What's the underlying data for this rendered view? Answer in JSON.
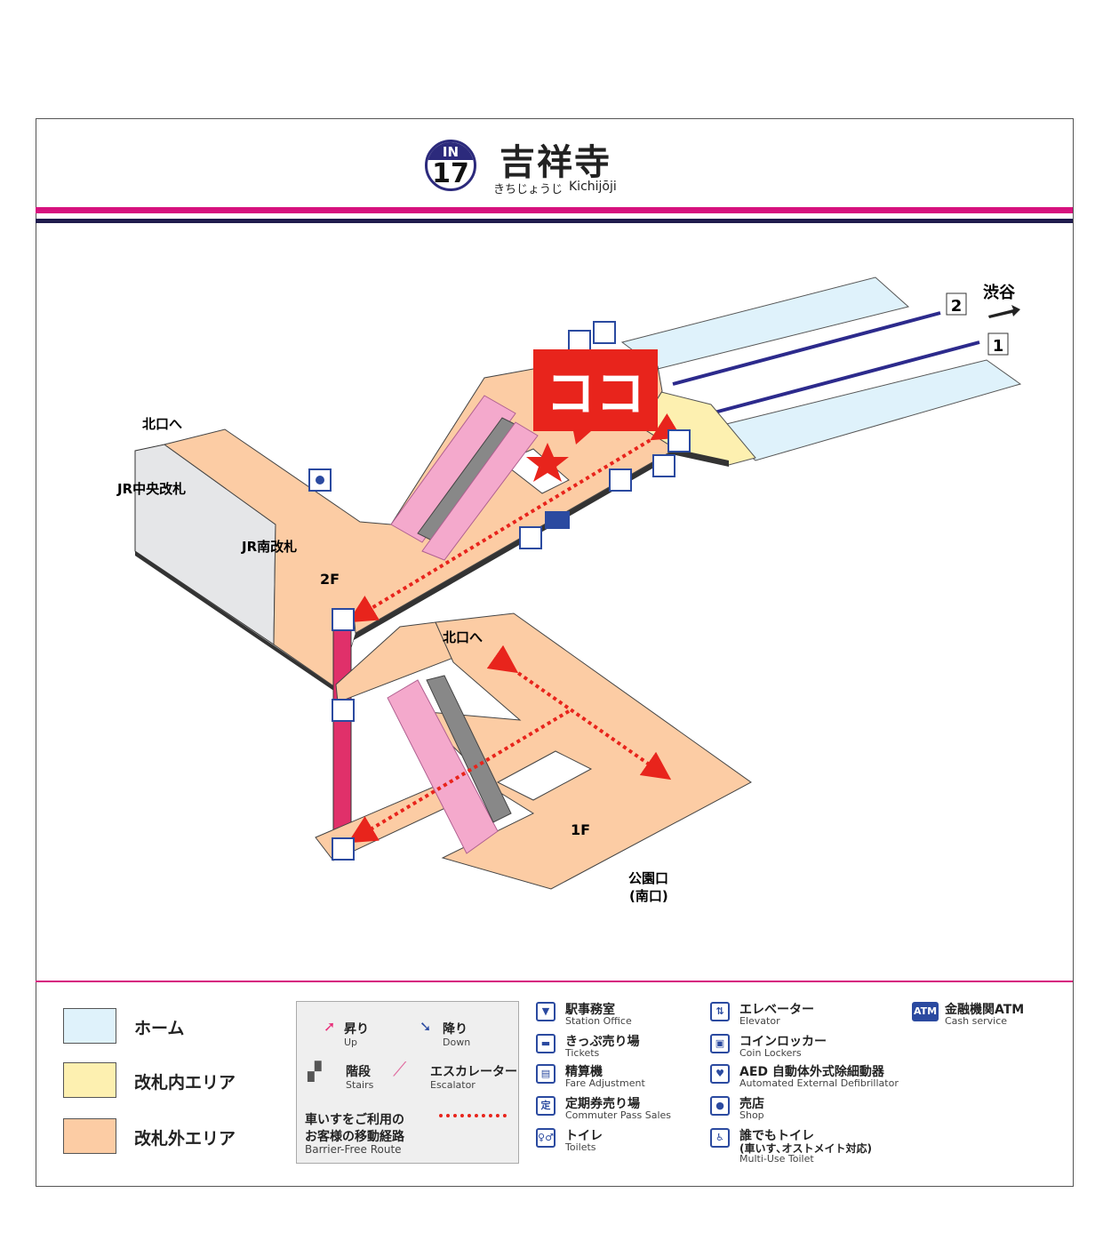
{
  "header": {
    "line_code": "IN",
    "station_number": "17",
    "station_name": "吉祥寺",
    "kana": "きちじょうじ",
    "romaji": "Kichijōji"
  },
  "map": {
    "here_label": "ココ",
    "to_shibuya": "渋谷",
    "track_2": "2",
    "track_1": "1",
    "to_north_exit_top": "北口へ",
    "to_north_exit_bottom": "北口へ",
    "jr_central_gate": "JR中央改札",
    "jr_south_gate": "JR南改札",
    "floor_2f": "2F",
    "floor_1f": "1F",
    "park_exit": "公園口",
    "south_exit": "(南口)"
  },
  "legend": {
    "areas": [
      {
        "label": "ホーム",
        "color": "#dff2fb"
      },
      {
        "label": "改札内エリア",
        "color": "#fdf0b0"
      },
      {
        "label": "改札外エリア",
        "color": "#fccca4"
      }
    ],
    "up_jp": "昇り",
    "up_en": "Up",
    "down_jp": "降り",
    "down_en": "Down",
    "stairs_jp": "階段",
    "stairs_en": "Stairs",
    "escalator_jp": "エスカレーター",
    "escalator_en": "Escalator",
    "route_jp1": "車いすをご利用の",
    "route_jp2": "お客様の移動経路",
    "route_en": "Barrier-Free Route",
    "facilities": [
      {
        "icon": "station-office-icon",
        "glyph": "▼",
        "jp": "駅事務室",
        "en": "Station Office"
      },
      {
        "icon": "ticket-icon",
        "glyph": "▬",
        "jp": "きっぷ売り場",
        "en": "Tickets"
      },
      {
        "icon": "fare-adjustment-icon",
        "glyph": "▤",
        "jp": "精算機",
        "en": "Fare Adjustment"
      },
      {
        "icon": "commuter-pass-icon",
        "glyph": "定",
        "jp": "定期券売り場",
        "en": "Commuter Pass Sales"
      },
      {
        "icon": "toilet-icon",
        "glyph": "♀♂",
        "jp": "トイレ",
        "en": "Toilets"
      },
      {
        "icon": "elevator-icon",
        "glyph": "⇅",
        "jp": "エレベーター",
        "en": "Elevator"
      },
      {
        "icon": "coin-locker-icon",
        "glyph": "▣",
        "jp": "コインロッカー",
        "en": "Coin Lockers"
      },
      {
        "icon": "aed-icon",
        "glyph": "♥",
        "jp": "AED 自動体外式除細動器",
        "en": "Automated External Defibrillator"
      },
      {
        "icon": "shop-icon",
        "glyph": "●",
        "jp": "売店",
        "en": "Shop"
      },
      {
        "icon": "multi-use-toilet-icon",
        "glyph": "♿",
        "jp": "誰でもトイレ",
        "jp2": "(車いす､オストメイト対応)",
        "en": "Multi-Use Toilet"
      },
      {
        "icon": "atm-icon",
        "glyph": "ATM",
        "jp": "金融機関ATM",
        "en": "Cash service"
      }
    ]
  }
}
